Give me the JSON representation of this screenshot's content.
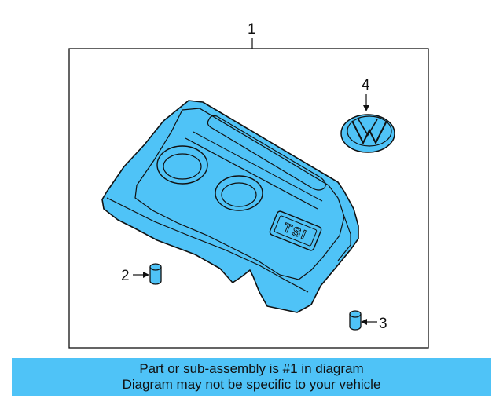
{
  "diagram": {
    "callouts": {
      "engine_cover": "1",
      "grommet_left": "2",
      "grommet_right": "3",
      "emblem": "4"
    },
    "emblem_badge_text": "TSI",
    "part_color": "#4fc3f7",
    "outline_color": "#111111"
  },
  "banner": {
    "line1": "Part or sub-assembly is #1 in diagram",
    "line2": "Diagram may not be specific to your vehicle",
    "background": "#4fc3f7"
  }
}
